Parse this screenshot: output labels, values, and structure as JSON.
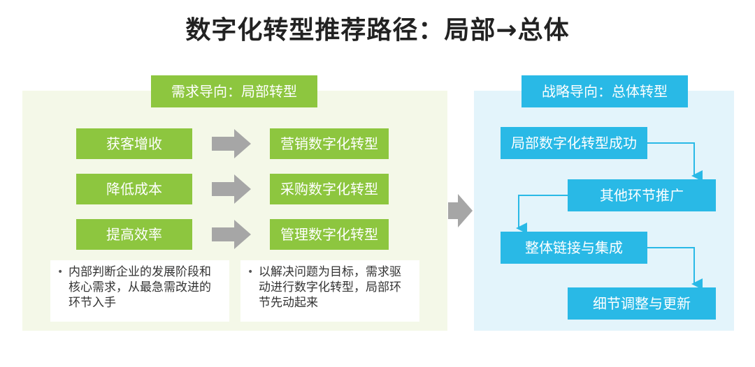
{
  "title": "数字化转型推荐路径：局部→总体",
  "left": {
    "header": "需求导向：局部转型",
    "rows": [
      {
        "driver": "获客增收",
        "transformation": "营销数字化转型"
      },
      {
        "driver": "降低成本",
        "transformation": "采购数字化转型"
      },
      {
        "driver": "提高效率",
        "transformation": "管理数字化转型"
      }
    ],
    "notes": [
      {
        "bullet": "•",
        "text": "内部判断企业的发展阶段和核心需求，从最急需改进的环节入手"
      },
      {
        "bullet": "•",
        "text": "以解决问题为目标，需求驱动进行数字化转型，局部环节先动起来"
      }
    ]
  },
  "right": {
    "header": "战略导向：总体转型",
    "steps": [
      "局部数字化转型成功",
      "其他环节推广",
      "整体链接与集成",
      "细节调整与更新"
    ]
  },
  "colors": {
    "green": "#8dc63f",
    "blue": "#29b9e6",
    "arrow_gray": "#a6a6a6",
    "left_bg": "#f4f8e8",
    "right_bg": "#e3f4fb"
  }
}
